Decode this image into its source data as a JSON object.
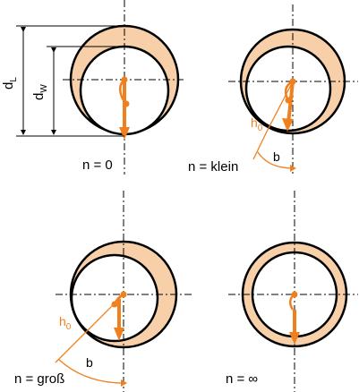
{
  "colors": {
    "ring_fill": "#f7cfa8",
    "outline": "#000000",
    "accent": "#f07f1e",
    "background": "#ffffff"
  },
  "dimensions": {
    "outer_main": "d",
    "outer_sub": "L",
    "inner_main": "d",
    "inner_sub": "W"
  },
  "states": [
    {
      "id": "n0",
      "label": "n = 0"
    },
    {
      "id": "nklein",
      "label": "n = klein",
      "h_label_main": "h",
      "h_label_sub": "0",
      "angle_label": "b"
    },
    {
      "id": "ngross",
      "label": "n = groß",
      "h_label_main": "h",
      "h_label_sub": "0",
      "angle_label": "b"
    },
    {
      "id": "ninf",
      "label": "n = ∞"
    }
  ]
}
